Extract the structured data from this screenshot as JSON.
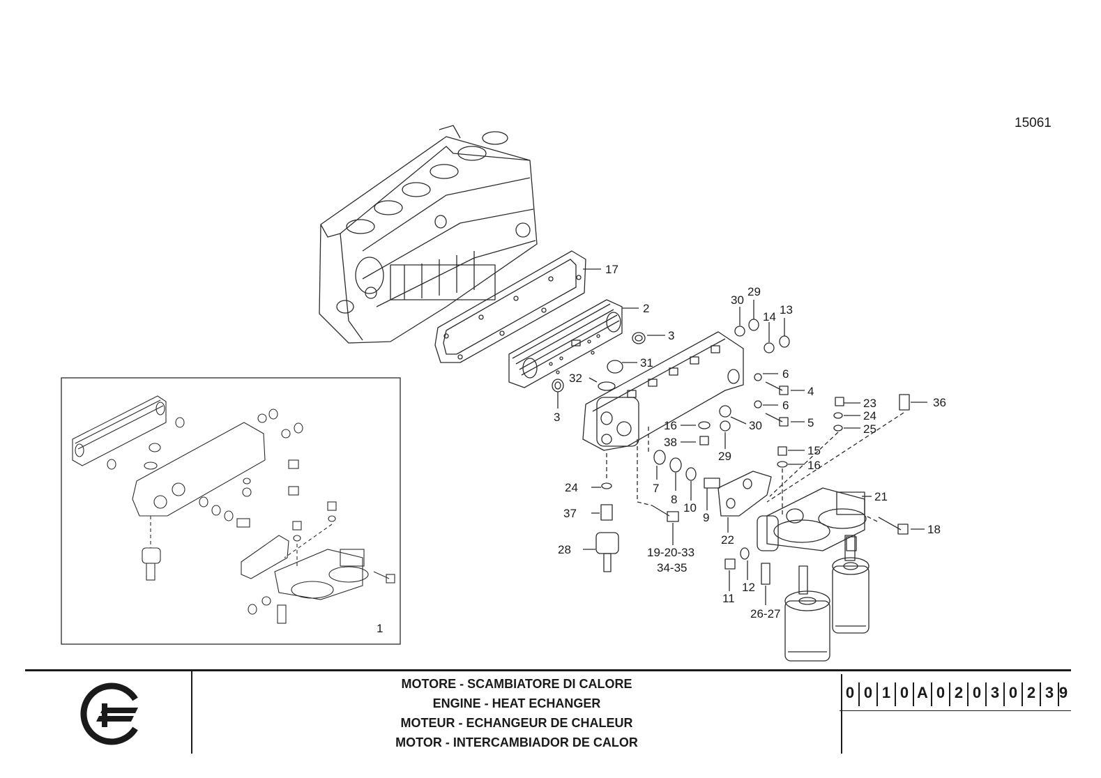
{
  "document": {
    "reference_number": "15061",
    "inset_label": "1",
    "callouts": [
      "17",
      "2",
      "3",
      "31",
      "32",
      "3",
      "30",
      "29",
      "14",
      "13",
      "6",
      "4",
      "6",
      "5",
      "30",
      "16",
      "38",
      "29",
      "23",
      "24",
      "25",
      "36",
      "15",
      "16",
      "24",
      "7",
      "8",
      "10",
      "9",
      "22",
      "21",
      "18",
      "37",
      "19-20-33",
      "34-35",
      "28",
      "11",
      "12",
      "26-27"
    ],
    "title_lines": [
      "MOTORE - SCAMBIATORE DI CALORE",
      "ENGINE - HEAT ECHANGER",
      "MOTEUR - ECHANGEUR DE CHALEUR",
      "MOTOR - INTERCAMBIADOR DE CALOR"
    ],
    "part_code": [
      "0",
      "0",
      "1",
      "0",
      "A",
      "0",
      "2",
      "0",
      "3",
      "0",
      "2",
      "3",
      "9"
    ]
  }
}
